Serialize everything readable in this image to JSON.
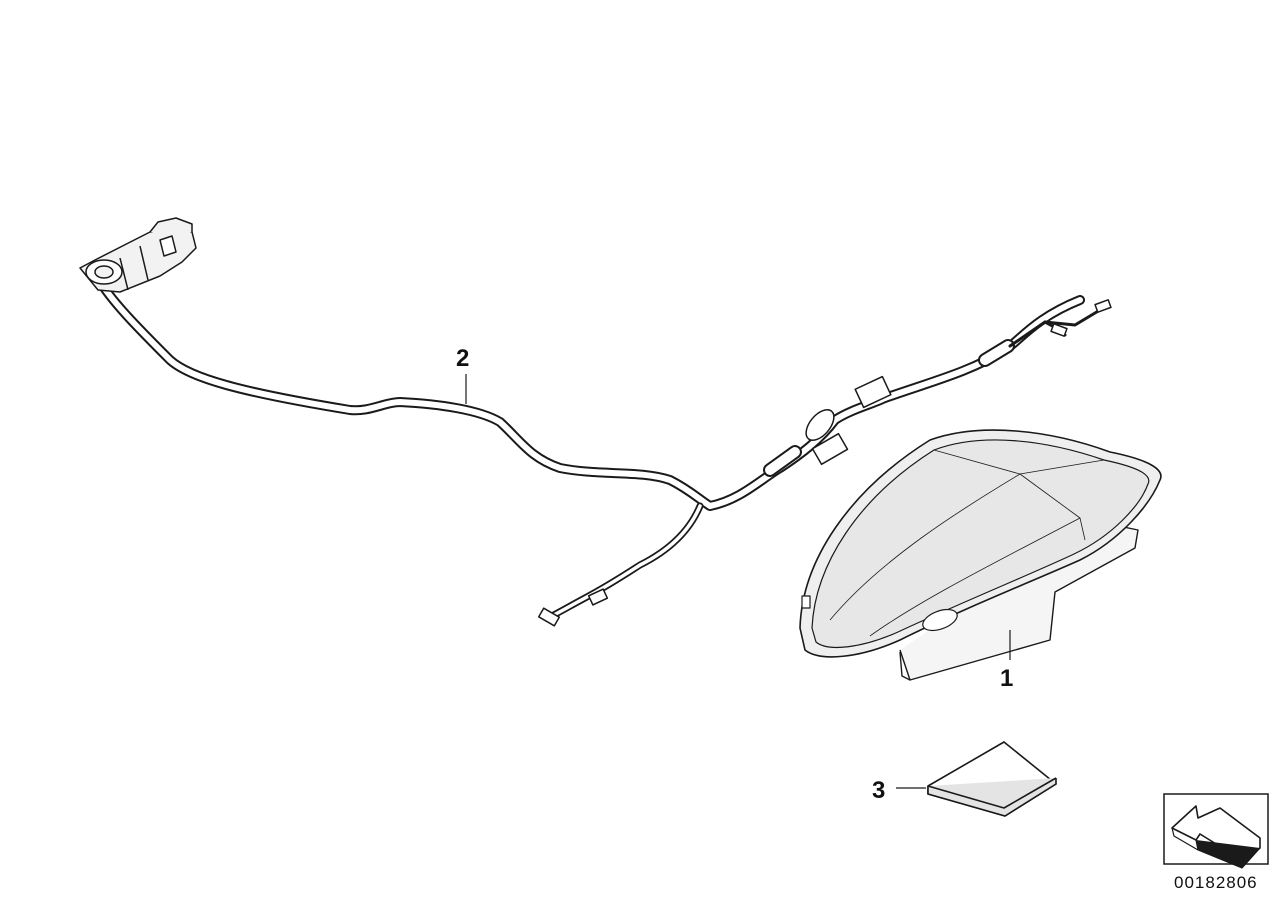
{
  "diagram": {
    "callouts": [
      {
        "id": "1",
        "label": "1"
      },
      {
        "id": "2",
        "label": "2"
      },
      {
        "id": "3",
        "label": "3"
      }
    ],
    "reference_number": "00182806",
    "icons": {
      "orientation_arrow": "forward-arrow-icon"
    },
    "colors": {
      "line": "#1a1a1a",
      "background": "#ffffff",
      "part_fill": "#f2f2f2"
    }
  }
}
